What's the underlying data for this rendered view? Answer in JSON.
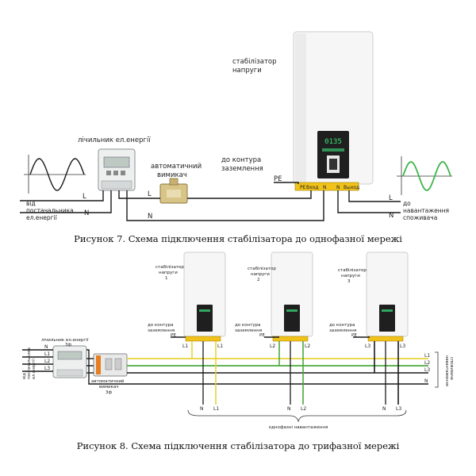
{
  "fig7": {
    "stabilizer_label_line1": "стабілізатор",
    "stabilizer_label_line2": "напруги",
    "meter_label": "лічильник ел.енергії",
    "breaker_label_line1": "автоматичний",
    "breaker_label_line2": "вимикач",
    "ground_label_line1": "до контура",
    "ground_label_line2": "заземлення",
    "pe": "PE",
    "vhod": "Вход",
    "n": "N",
    "vyhod": "Выход",
    "l": "L",
    "supplier_line1": "від",
    "supplier_line2": "постачальника",
    "supplier_line3": "ел.енергії",
    "load_line1": "до",
    "load_line2": "навантаження",
    "load_line3": "споживача",
    "display": "0135",
    "caption": "Рисунок 7. Схема підключення стабілізатора до однофазної мережі"
  },
  "fig8": {
    "stab_line1": "стабілізатор",
    "stab_line2": "напруги",
    "stab_numbers": [
      "1",
      "2",
      "3"
    ],
    "ground_line1": "до контура",
    "ground_line2": "заземлення",
    "pe": "PE",
    "n": "N",
    "phases": [
      "L1",
      "L2",
      "L3"
    ],
    "meter_line1": "лічильник ел.енергії",
    "meter_line2": "3ф",
    "supplier_line1": "від",
    "supplier_line2": "постачальника",
    "supplier_line3": "ел.енергії",
    "breaker_line1": "автоматичний",
    "breaker_line2": "вимикач",
    "breaker_line3": "3ф",
    "load_right_line1": "навантаження",
    "load_right_line2": "споживача",
    "single_phase_loads": "однофазні навантаження",
    "caption": "Рисунок 8. Схема підключення стабілізатора до трифазної мережі"
  }
}
